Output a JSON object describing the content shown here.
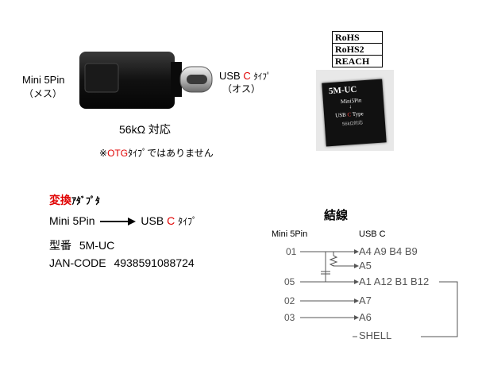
{
  "product_photo": {
    "left_label_1": "Mini 5Pin",
    "left_label_2": "（メス）",
    "right_label_prefix": "USB",
    "right_label_c": "C",
    "right_label_suffix": "ﾀｲﾌﾟ",
    "right_label_2": "（オス）",
    "resistance": "56kΩ 対応",
    "otg_prefix": "※",
    "otg_red": "OTG",
    "otg_suffix": "ﾀｲﾌﾟではありません"
  },
  "certifications": [
    "RoHS",
    "RoHS2",
    "REACH"
  ],
  "package": {
    "line1": "5M-UC",
    "line2": "Mini5Pin",
    "line3": "↓",
    "line4_prefix": "USB",
    "line4_c": "C",
    "line4_suffix": "Type",
    "line5": "56kΩ対応"
  },
  "info": {
    "category_red": "変換",
    "category_rest": "ｱﾀﾞﾌﾟﾀ",
    "from": "Mini 5Pin",
    "to_prefix": "USB",
    "to_c": "C",
    "to_suffix": "ﾀｲﾌﾟ",
    "model_label": "型番",
    "model_value": "5M-UC",
    "jan_label": "JAN-CODE",
    "jan_value": "4938591088724"
  },
  "wiring": {
    "title": "結線",
    "header_left": "Mini 5Pin",
    "header_right": "USB C",
    "rows": [
      {
        "left": "01",
        "right": "A4 A9 B4 B9"
      },
      {
        "left": "",
        "right": "A5"
      },
      {
        "left": "05",
        "right": "A1 A12 B1 B12"
      },
      {
        "left": "02",
        "right": "A7"
      },
      {
        "left": "03",
        "right": "A6"
      },
      {
        "left": "",
        "right": "SHELL"
      }
    ]
  },
  "colors": {
    "accent_red": "#e00000",
    "package_black": "#111111"
  }
}
